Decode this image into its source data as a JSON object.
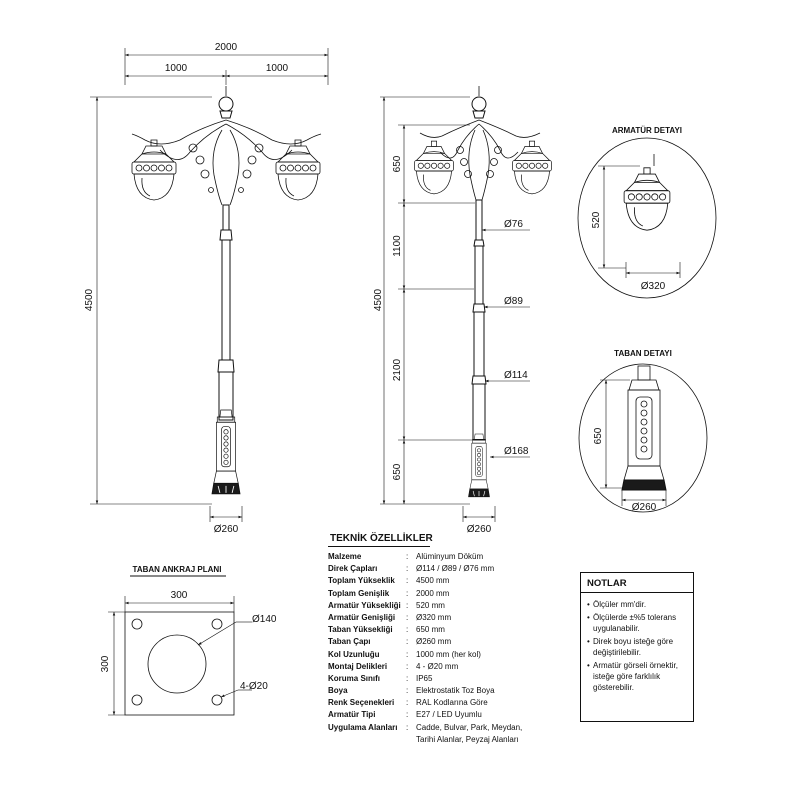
{
  "front_view": {
    "dim_width_total": "2000",
    "dim_width_left": "1000",
    "dim_width_right": "1000",
    "dim_height_total": "4500",
    "dim_base_dia": "Ø260"
  },
  "side_view": {
    "dim_head": "650",
    "dim_total": "4500",
    "dim_upper": "1100",
    "dim_mid": "2100",
    "dim_base": "650",
    "dia_top": "Ø76",
    "dia_mid": "Ø89",
    "dia_low": "Ø114",
    "dia_base": "Ø168",
    "dia_foot": "Ø260"
  },
  "luminaire_detail": {
    "title": "ARMATÜR DETAYI",
    "dim_height": "520",
    "dim_dia": "Ø320"
  },
  "base_detail": {
    "title": "TABAN DETAYI",
    "dim_height": "650",
    "dim_dia": "Ø260"
  },
  "anchor_plan": {
    "title": "TABAN ANKRAJ PLANI",
    "dim_width": "300",
    "dim_height": "300",
    "dim_hole": "Ø140",
    "dim_bolts": "4-Ø20"
  },
  "specs": {
    "title": "TEKNİK ÖZELLİKLER",
    "rows": [
      {
        "label": "Malzeme",
        "value": "Alüminyum Döküm"
      },
      {
        "label": "Direk Çapları",
        "value": "Ø114 / Ø89 / Ø76 mm"
      },
      {
        "label": "Toplam Yükseklik",
        "value": "4500 mm"
      },
      {
        "label": "Toplam Genişlik",
        "value": "2000 mm"
      },
      {
        "label": "Armatür Yüksekliği",
        "value": "520 mm"
      },
      {
        "label": "Armatür Genişliği",
        "value": "Ø320 mm"
      },
      {
        "label": "Taban Yüksekliği",
        "value": "650 mm"
      },
      {
        "label": "Taban Çapı",
        "value": "Ø260 mm"
      },
      {
        "label": "Kol Uzunluğu",
        "value": "1000 mm (her kol)"
      },
      {
        "label": "Montaj Delikleri",
        "value": "4 - Ø20 mm"
      },
      {
        "label": "Koruma Sınıfı",
        "value": "IP65"
      },
      {
        "label": "Boya",
        "value": "Elektrostatik Toz Boya"
      },
      {
        "label": "Renk Seçenekleri",
        "value": "RAL Kodlarına Göre"
      },
      {
        "label": "Armatür Tipi",
        "value": "E27 / LED Uyumlu"
      },
      {
        "label": "Uygulama Alanları",
        "value": "Cadde, Bulvar, Park, Meydan,"
      },
      {
        "label": "",
        "value": "Tarihi Alanlar, Peyzaj Alanları"
      }
    ]
  },
  "notes": {
    "title": "NOTLAR",
    "items": [
      "Ölçüler mm'dir.",
      "Ölçülerde ±%5 tolerans uygulanabilir.",
      "Direk boyu isteğe göre değiştirilebilir.",
      "Armatür görseli örnektir, isteğe göre farklılık gösterebilir."
    ]
  }
}
